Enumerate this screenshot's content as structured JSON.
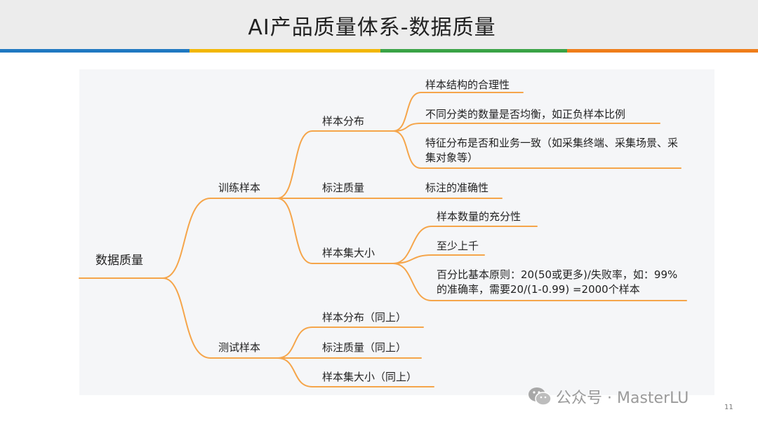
{
  "slide": {
    "title": "AI产品质量体系-数据质量",
    "page_number": "11",
    "stripe_colors": [
      "#1f78c1",
      "#f2b705",
      "#3aa346",
      "#ef7d1a"
    ]
  },
  "mindmap": {
    "root": "数据质量",
    "line_color": "#f5a54a",
    "branches": [
      {
        "label": "训练样本",
        "children": [
          {
            "label": "样本分布",
            "children": [
              "样本结构的合理性",
              "不同分类的数量是否均衡，如正负样本比例",
              "特征分布是否和业务一致（如采集终端、采集场景、采集对象等）"
            ]
          },
          {
            "label": "标注质量",
            "children": [
              "标注的准确性"
            ]
          },
          {
            "label": "样本集大小",
            "children": [
              "样本数量的充分性",
              "至少上千",
              "百分比基本原则：20(50或更多)/失败率，如：99%的准确率，需要20/(1-0.99) =2000个样本"
            ]
          }
        ]
      },
      {
        "label": "测试样本",
        "children": [
          {
            "label": "样本分布（同上）"
          },
          {
            "label": "标注质量（同上）"
          },
          {
            "label": "样本集大小（同上）"
          }
        ]
      }
    ]
  },
  "watermark": {
    "text": "公众号 · MasterLU",
    "icon": "wechat-icon"
  }
}
